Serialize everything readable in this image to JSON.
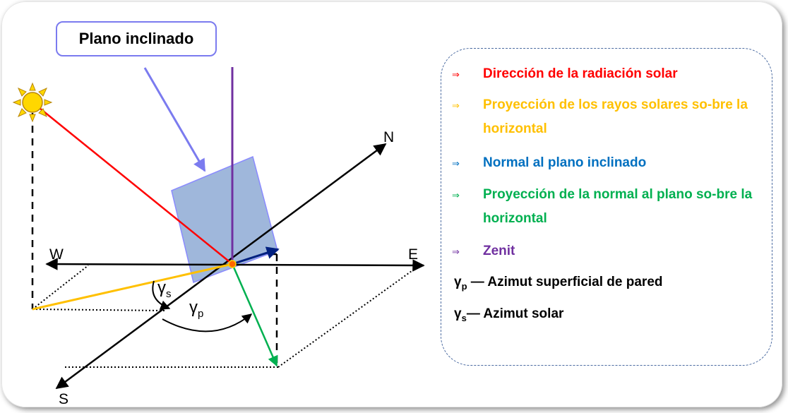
{
  "callout": {
    "label": "Plano inclinado"
  },
  "axes": {
    "north": "N",
    "south": "S",
    "east": "E",
    "west": "W"
  },
  "angles": {
    "gamma_s": {
      "symbol": "γ",
      "sub": "s"
    },
    "gamma_p": {
      "symbol": "γ",
      "sub": "p"
    }
  },
  "legend": {
    "items": [
      {
        "arrow": "⇒",
        "text": "Dirección de la radiación solar",
        "color": "#ff0000"
      },
      {
        "arrow": "⇒",
        "text": "Proyección de los rayos  solares so-bre la horizontal",
        "color": "#ffc000"
      },
      {
        "arrow": "⇒",
        "text": "Normal al plano inclinado",
        "color": "#0070c0"
      },
      {
        "arrow": "⇒",
        "text": "Proyección de la normal al plano so-bre la horizontal",
        "color": "#00b050"
      },
      {
        "arrow": "⇒",
        "text": "Zenit",
        "color": "#7030a0"
      }
    ],
    "definitions": [
      {
        "symbol": "γ",
        "sub": "p",
        "text": " — Azimut superficial de pared"
      },
      {
        "symbol": "γ",
        "sub": "s",
        "text": "— Azimut solar"
      }
    ]
  },
  "colors": {
    "solar_ray": "#ff0000",
    "solar_projection": "#ffc000",
    "normal": "#002080",
    "normal_projection": "#00b050",
    "zenith": "#7030a0",
    "plane_fill": "#7f9fcf",
    "plane_stroke": "#8a8aff",
    "pointer": "#7b7bef",
    "sun": "#ffd700"
  }
}
